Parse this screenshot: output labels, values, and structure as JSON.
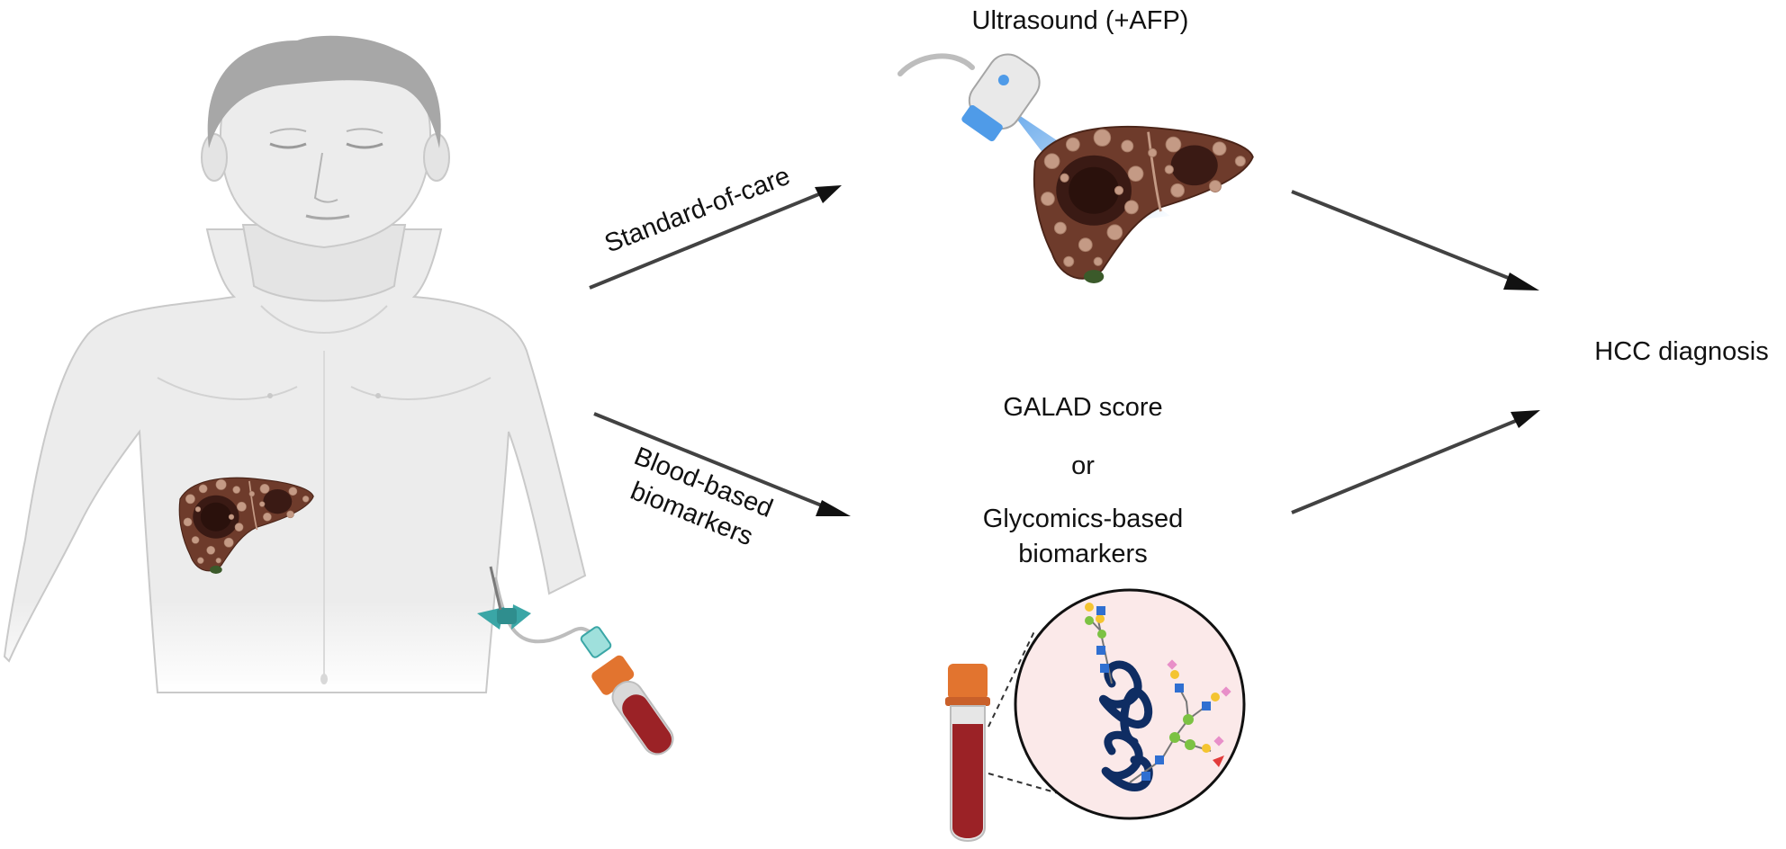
{
  "labels": {
    "ultrasound": "Ultrasound (+AFP)",
    "standard_of_care": "Standard-of-care",
    "blood_based_line1": "Blood-based",
    "blood_based_line2": "biomarkers",
    "galad_score": "GALAD score",
    "or": "or",
    "glycomics_line1": "Glycomics-based",
    "glycomics_line2": "biomarkers",
    "hcc_diagnosis": "HCC diagnosis"
  },
  "colors": {
    "skin": "#ececec",
    "skin_outline": "#c9c9c9",
    "hair": "#a7a7a7",
    "liver": "#6e3b2b",
    "nodule": "#c49a85",
    "tumor": "#3a1a14",
    "blood": "#9b2226",
    "cap_orange": "#e2742f",
    "butterfly_teal": "#3aa6a6",
    "protein_blue": "#0f2d63",
    "glycan_blue": "#2f6fd1",
    "glycan_green": "#7cc243",
    "glycan_yellow": "#f4c430",
    "glycan_pink": "#e88fc9",
    "glycan_red": "#e23b3b",
    "zoom_bg": "#fbe9e9",
    "arrow": "#1a1a1a",
    "probe_blue": "#4f9be8"
  },
  "icons": [
    "patient-figure",
    "liver-icon",
    "blood-draw-needle-icon",
    "ultrasound-probe-icon",
    "blood-tube-icon",
    "glycoprotein-icon"
  ]
}
